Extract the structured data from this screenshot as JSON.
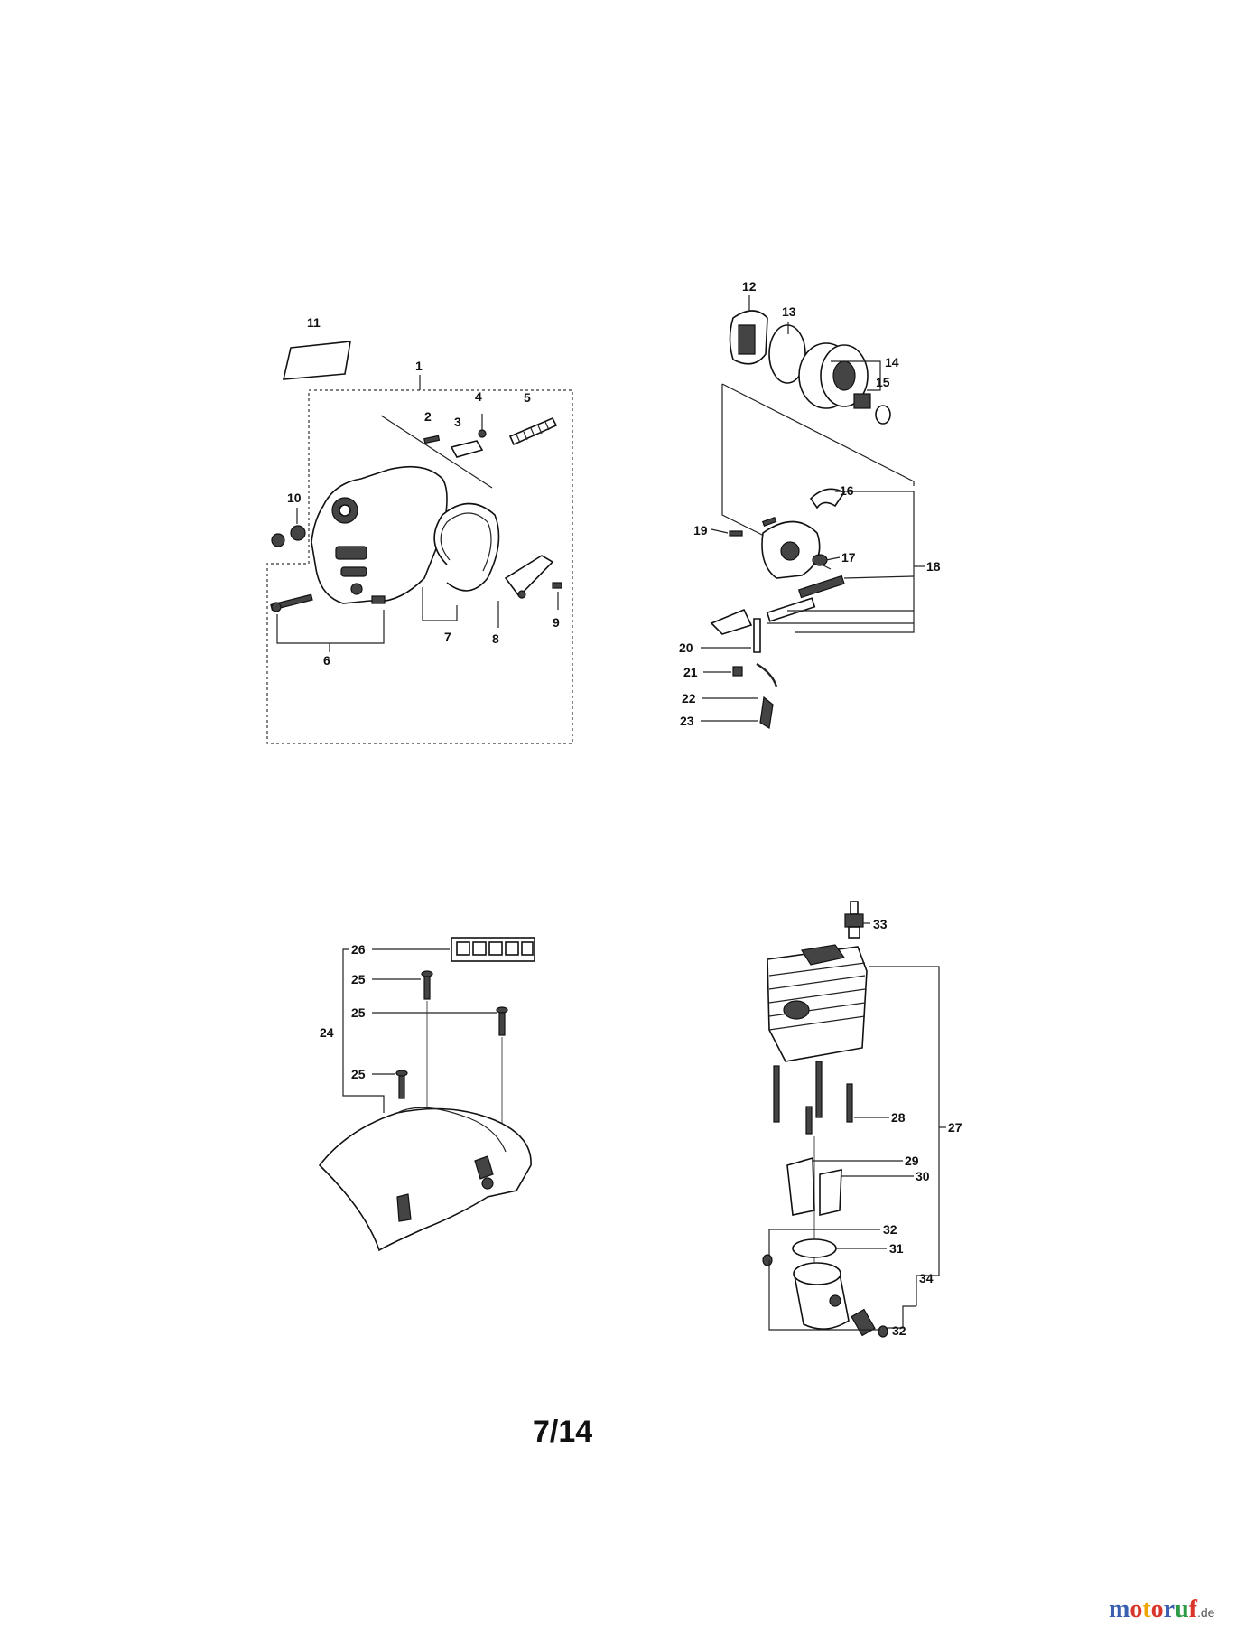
{
  "page_number": "7/14",
  "brand": {
    "letters": [
      "m",
      "o",
      "t",
      "o",
      "r",
      "u",
      "f"
    ],
    "tld": ".de"
  },
  "brand_colors": {
    "blue": "#3a5fb0",
    "red": "#d9362b",
    "orange": "#f0a400",
    "green": "#2f9a45"
  },
  "callouts": {
    "c1": "1",
    "c2": "2",
    "c3": "3",
    "c4": "4",
    "c5": "5",
    "c6": "6",
    "c7": "7",
    "c8": "8",
    "c9": "9",
    "c10": "10",
    "c11": "11",
    "c12": "12",
    "c13": "13",
    "c14": "14",
    "c15": "15",
    "c16": "16",
    "c17": "17",
    "c18": "18",
    "c19": "19",
    "c20": "20",
    "c21": "21",
    "c22": "22",
    "c23": "23",
    "c24": "24",
    "c25a": "25",
    "c25b": "25",
    "c25c": "25",
    "c26": "26",
    "c27": "27",
    "c28": "28",
    "c29": "29",
    "c30": "30",
    "c31": "31",
    "c32a": "32",
    "c32b": "32",
    "c33": "33",
    "c34": "34"
  }
}
